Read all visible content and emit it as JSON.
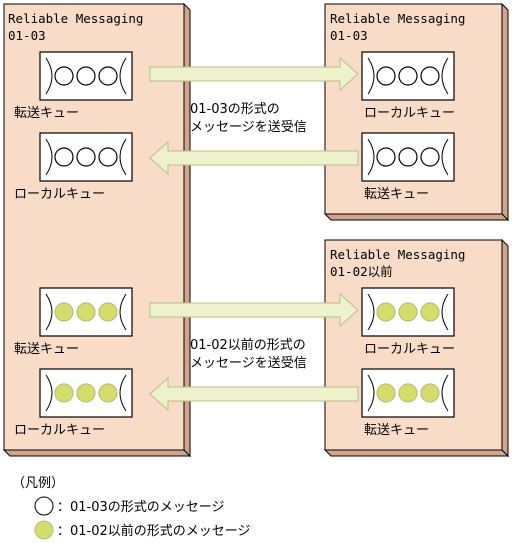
{
  "left_node": {
    "title_line1": "Reliable Messaging",
    "title_line2": "01-03",
    "queues": [
      {
        "label": "転送キュー",
        "message_format": "01-03"
      },
      {
        "label": "ローカルキュー",
        "message_format": "01-03"
      },
      {
        "label": "転送キュー",
        "message_format": "01-02以前"
      },
      {
        "label": "ローカルキュー",
        "message_format": "01-02以前"
      }
    ]
  },
  "right_node_top": {
    "title_line1": "Reliable Messaging",
    "title_line2": "01-03",
    "queues": [
      {
        "label": "ローカルキュー",
        "message_format": "01-03"
      },
      {
        "label": "転送キュー",
        "message_format": "01-03"
      }
    ]
  },
  "right_node_bottom": {
    "title_line1": "Reliable Messaging",
    "title_line2": "01-02以前",
    "queues": [
      {
        "label": "ローカルキュー",
        "message_format": "01-02以前"
      },
      {
        "label": "転送キュー",
        "message_format": "01-02以前"
      }
    ]
  },
  "exchange_labels": {
    "upper_line1": "01-03の形式の",
    "upper_line2": "メッセージを送受信",
    "lower_line1": "01-02以前の形式の",
    "lower_line2": "メッセージを送受信"
  },
  "legend": {
    "title": "（凡例）",
    "items": [
      {
        "text": "：01-03の形式のメッセージ",
        "fill": "#ffffff"
      },
      {
        "text": "：01-02以前の形式のメッセージ",
        "fill": "#d4dc6a"
      }
    ]
  },
  "colors": {
    "node_fill": "#f8dcc8",
    "node_side": "#cfa68c",
    "arrow_fill": "#eef2cc",
    "arrow_stroke": "#b8bf84",
    "old_message_fill": "#d4dc6a"
  }
}
